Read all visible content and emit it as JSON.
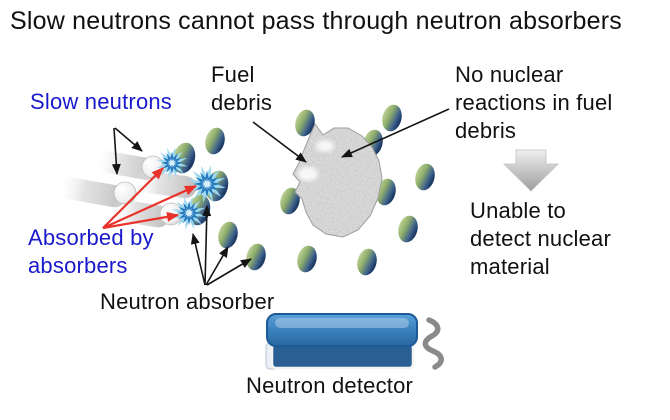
{
  "title": "Slow neutrons cannot pass through neutron absorbers",
  "labels": {
    "slow_neutrons": "Slow neutrons",
    "fuel_debris": "Fuel\ndebris",
    "no_reactions": "No nuclear\nreactions in fuel\ndebris",
    "absorbed_by": "Absorbed by\nabsorbers",
    "neutron_absorber": "Neutron absorber",
    "unable_to_detect": "Unable to\ndetect nuclear\nmaterial",
    "neutron_detector": "Neutron detector"
  },
  "colors": {
    "label_blue": "#1a1acc",
    "text_color": "#111111",
    "red_arrow": "#e8322a",
    "black_arrow": "#151515",
    "starburst_light": "#9bd8f0",
    "starburst_mid": "#2377bd",
    "starburst_core": "#d6f0fb",
    "absorber_green": "#9dbb77",
    "absorber_navy": "#224a78",
    "detector_top_blue": "#3a82c0",
    "detector_bottom_blue": "#2a5f94",
    "debris_gray": "#e3e3e3",
    "block_arrow_gray": "#c9c9c9"
  }
}
